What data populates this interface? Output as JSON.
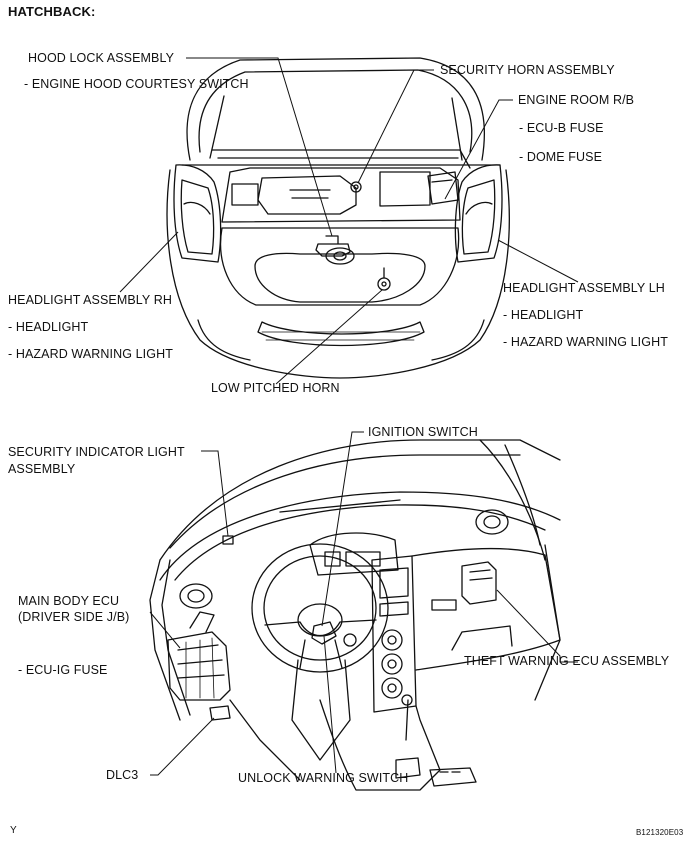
{
  "header": {
    "title": "HATCHBACK:"
  },
  "labels": {
    "hood_lock": "HOOD LOCK ASSEMBLY",
    "hood_switch": "- ENGINE HOOD COURTESY SWITCH",
    "security_horn": "SECURITY HORN ASSEMBLY",
    "engine_room_rb": "ENGINE ROOM R/B",
    "ecu_b_fuse": "- ECU-B FUSE",
    "dome_fuse": "- DOME FUSE",
    "headlight_rh": "HEADLIGHT ASSEMBLY RH",
    "headlight_rh_1": "- HEADLIGHT",
    "headlight_rh_2": "- HAZARD WARNING LIGHT",
    "headlight_lh": "HEADLIGHT ASSEMBLY LH",
    "headlight_lh_1": "- HEADLIGHT",
    "headlight_lh_2": "- HAZARD WARNING LIGHT",
    "low_horn": "LOW PITCHED HORN",
    "security_indicator_1": "SECURITY INDICATOR LIGHT",
    "security_indicator_2": "ASSEMBLY",
    "ignition_switch": "IGNITION SWITCH",
    "main_body_ecu_1": "MAIN BODY ECU",
    "main_body_ecu_2": "(DRIVER SIDE J/B)",
    "ecu_ig_fuse": "- ECU-IG FUSE",
    "theft_ecu": "THEFT WARNING ECU ASSEMBLY",
    "dlc3": "DLC3",
    "unlock_switch": "UNLOCK WARNING SWITCH"
  },
  "footer": {
    "left": "Y",
    "right": "B121320E03"
  }
}
